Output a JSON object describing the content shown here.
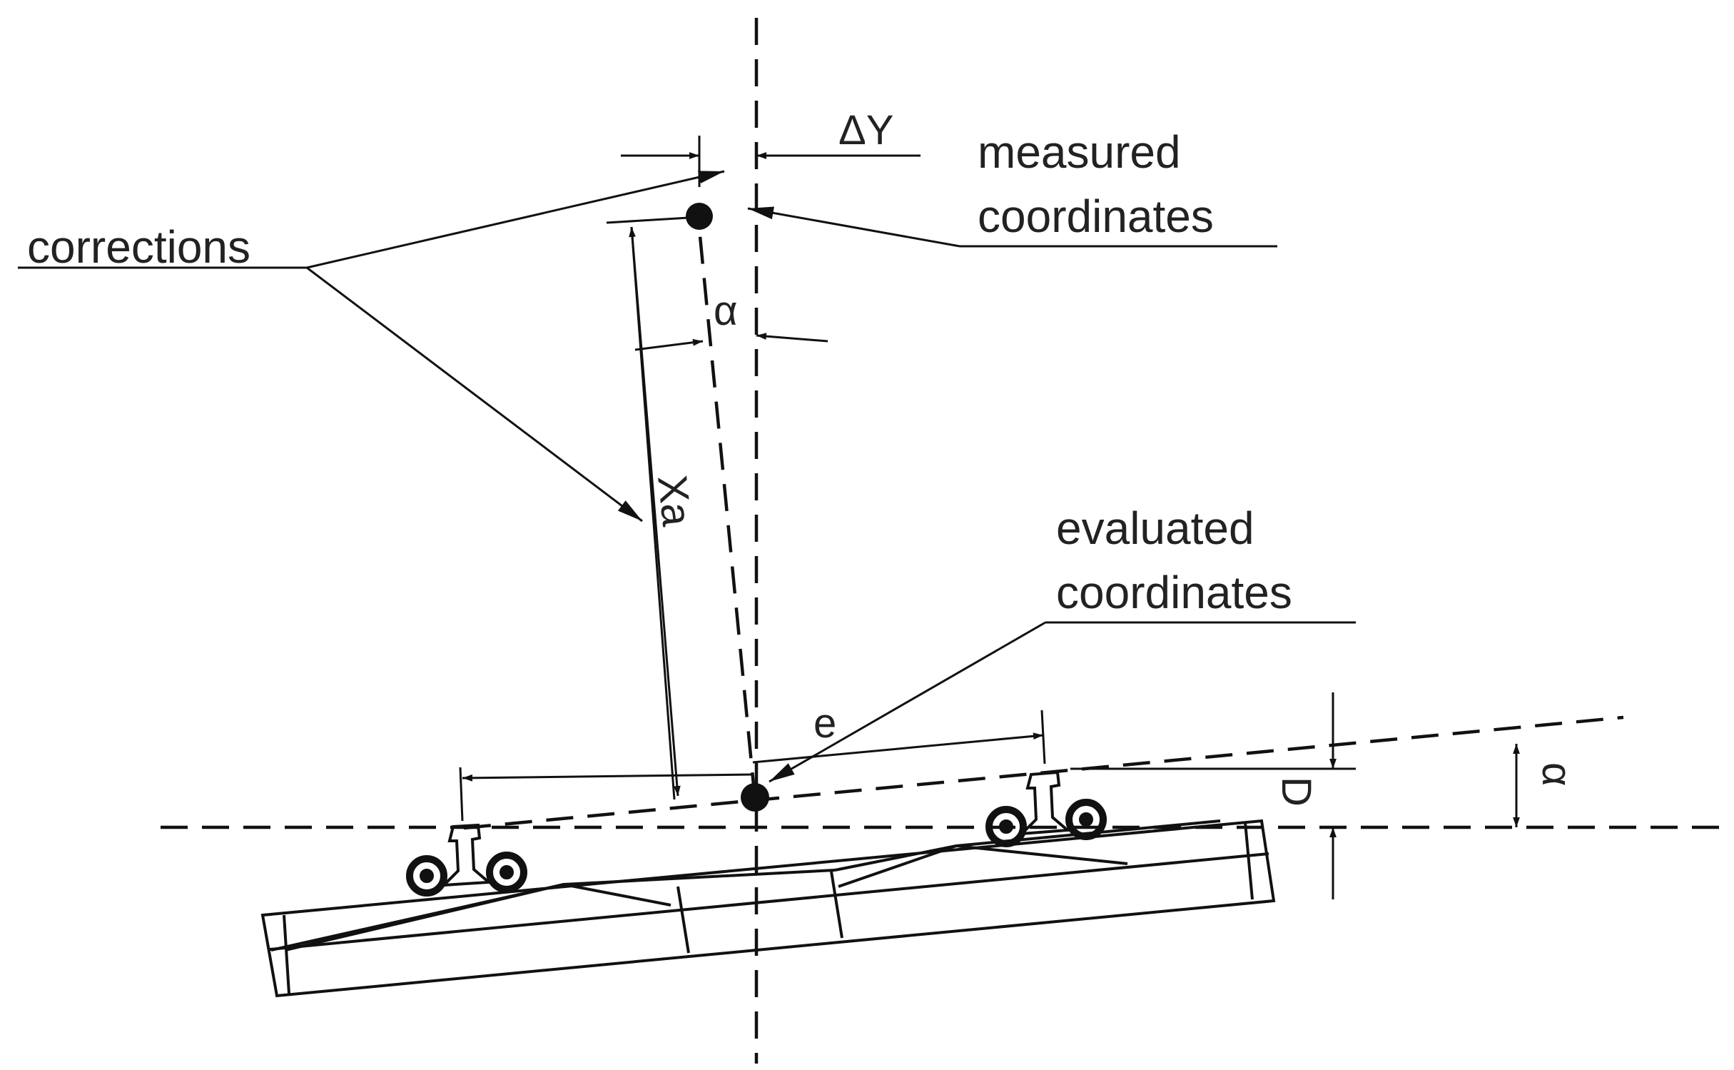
{
  "labels": {
    "corrections": "corrections",
    "measured_line1": "measured",
    "measured_line2": "coordinates",
    "evaluated_line1": "evaluated",
    "evaluated_line2": "coordinates",
    "delta_y": "ΔY",
    "alpha_top": "α",
    "xa": "Xa",
    "e": "e",
    "d": "D",
    "alpha_right": "α"
  },
  "colors": {
    "ink": "#111111",
    "background": "#ffffff"
  }
}
